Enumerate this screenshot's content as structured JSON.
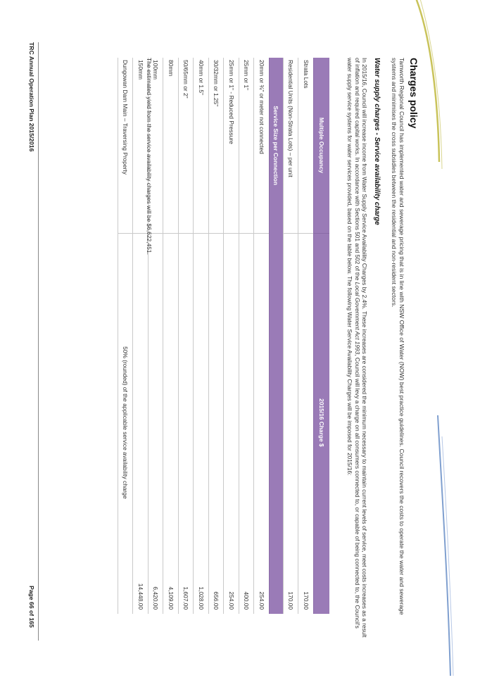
{
  "page": {
    "title": "Charges policy",
    "intro": "Tamworth Regional Council has implemented water and sewerage pricing that is in line with NSW Office of Water (NOW) best practice guidelines.  Council recovers the costs to operate the water and sewerage systems and minimises the cross subsidies between the residential and non-resident sectors.",
    "section_heading": "Water supply charges - Service availability charge",
    "body_parts": {
      "p1": "In 2015/16, Council will increase income from Water Supply Service Availability Charges by 2.4%.  These increases are considered the minimum necessary to maintain current levels of service,  meet costs increases as a result of inflation and required capital works.  In accordance with Sections 501 and 502 of the ",
      "act": "Local Government Act 1993",
      "p2": ", Council will levy a charge on all consumers connected to, or capable of being connected to, the Council's water supply service systems for water services provided, based on the table below.  The following Water Service Availability Charges will be imposed for 2015/16:"
    },
    "table": {
      "header_left": "Multiple Occupancy",
      "header_right": "2015/16 Charge $",
      "multiple_occupancy_rows": [
        {
          "label": "Strata Lots",
          "value": "170.00"
        },
        {
          "label": "Residential Units (Non-Strata Lots) – per unit",
          "value": "170.00"
        }
      ],
      "subheader": "Service Size per Connection",
      "service_rows": [
        {
          "label": "20mm or ¾\" or meter not connected",
          "value": "254.00"
        },
        {
          "label": "25mm or 1\"",
          "value": "400.00"
        },
        {
          "label": "25mm or 1\" - Reduced Pressure",
          "value": "254.00"
        },
        {
          "label": "30/32mm or 1.25\"",
          "value": "656.00"
        },
        {
          "label": "40mm or 1.5\"",
          "value": "1,028.00"
        },
        {
          "label": "50/65mm or 2\"",
          "value": "1,607.00"
        },
        {
          "label": "80mm",
          "value": "4,109.00"
        },
        {
          "label": "100mm",
          "value": "6,420.00"
        },
        {
          "label": "150mm",
          "value": "14,448.00"
        }
      ],
      "dungowan_label": "Dungowan Dam Main – Traversing Property",
      "dungowan_value": "50% (rounded) of the applicable service availability charge"
    },
    "yield_note": "The estimated yield from the service availability charges will be $6,622,451.",
    "footer_left": "TRC Annual Operation Plan 2015/2016",
    "footer_right": "Page 66 of 165"
  },
  "colors": {
    "table_header": "#9a7bb7",
    "swoosh_yellow": "#c9c35a",
    "swoosh_blue": "#7f9fcf"
  }
}
